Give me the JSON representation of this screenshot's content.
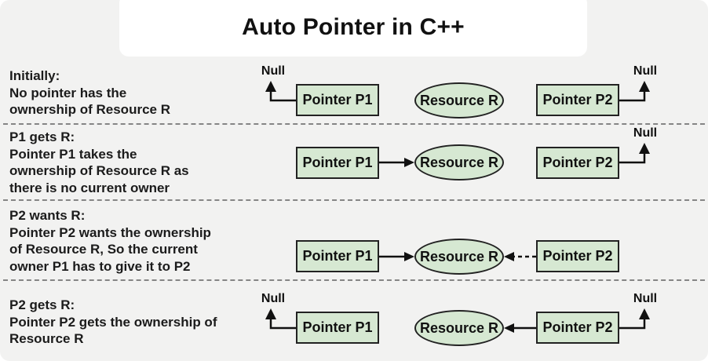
{
  "title": "Auto Pointer in C++",
  "colors": {
    "background": "#f2f2f1",
    "title_card": "#ffffff",
    "shape_fill": "#d6e8d2",
    "shape_border": "#222222",
    "text": "#1b1b1b",
    "separator": "#858585",
    "arrow": "#111111"
  },
  "labels": {
    "null": "Null",
    "pointer_p1": "Pointer P1",
    "pointer_p2": "Pointer P2",
    "resource": "Resource R"
  },
  "rows": [
    {
      "caption": "Initially:\nNo pointer has the\nownership of Resource R"
    },
    {
      "caption": "P1 gets R:\nPointer P1 takes the\nownership of Resource R as\nthere is no current owner"
    },
    {
      "caption": "P2 wants R:\nPointer P2 wants the ownership\nof Resource R, So the current\nowner P1 has to give it to P2"
    },
    {
      "caption": "P2 gets R:\nPointer P2 gets the ownership of\nResource R"
    }
  ]
}
